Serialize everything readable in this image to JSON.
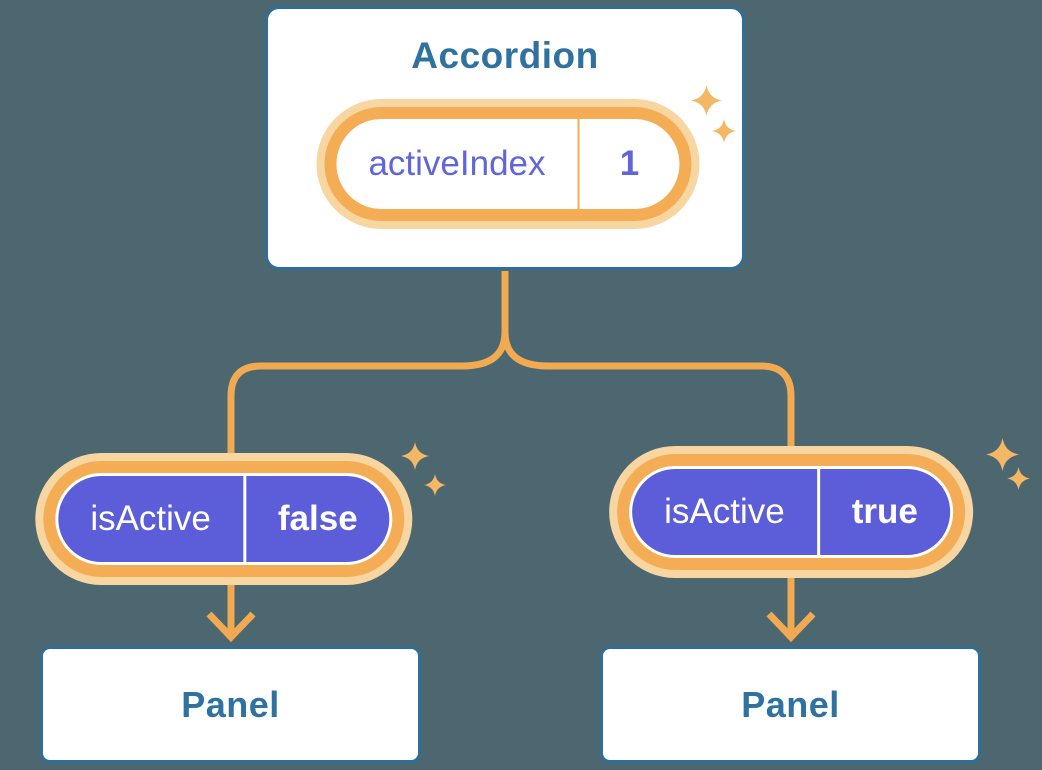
{
  "diagram": {
    "root": {
      "title": "Accordion",
      "state": {
        "name": "activeIndex",
        "value": "1"
      }
    },
    "children": [
      {
        "prop": {
          "name": "isActive",
          "value": "false"
        },
        "label": "Panel"
      },
      {
        "prop": {
          "name": "isActive",
          "value": "true"
        },
        "label": "Panel"
      }
    ]
  },
  "colors": {
    "background": "#4C6770",
    "card_fill": "#FFFFFF",
    "card_border_blue": "#2E6E98",
    "label_blue": "#2F719F",
    "connector_orange": "#F1AA52",
    "pill_ring_orange": "#F5AD55",
    "pill_halo_orange": "#F8D6A2",
    "sparkle_orange": "#F3B766",
    "prop_pill_purple": "#5C5DD9",
    "state_text_purple": "#6165DB",
    "prop_text_white": "#FFFFFF"
  }
}
